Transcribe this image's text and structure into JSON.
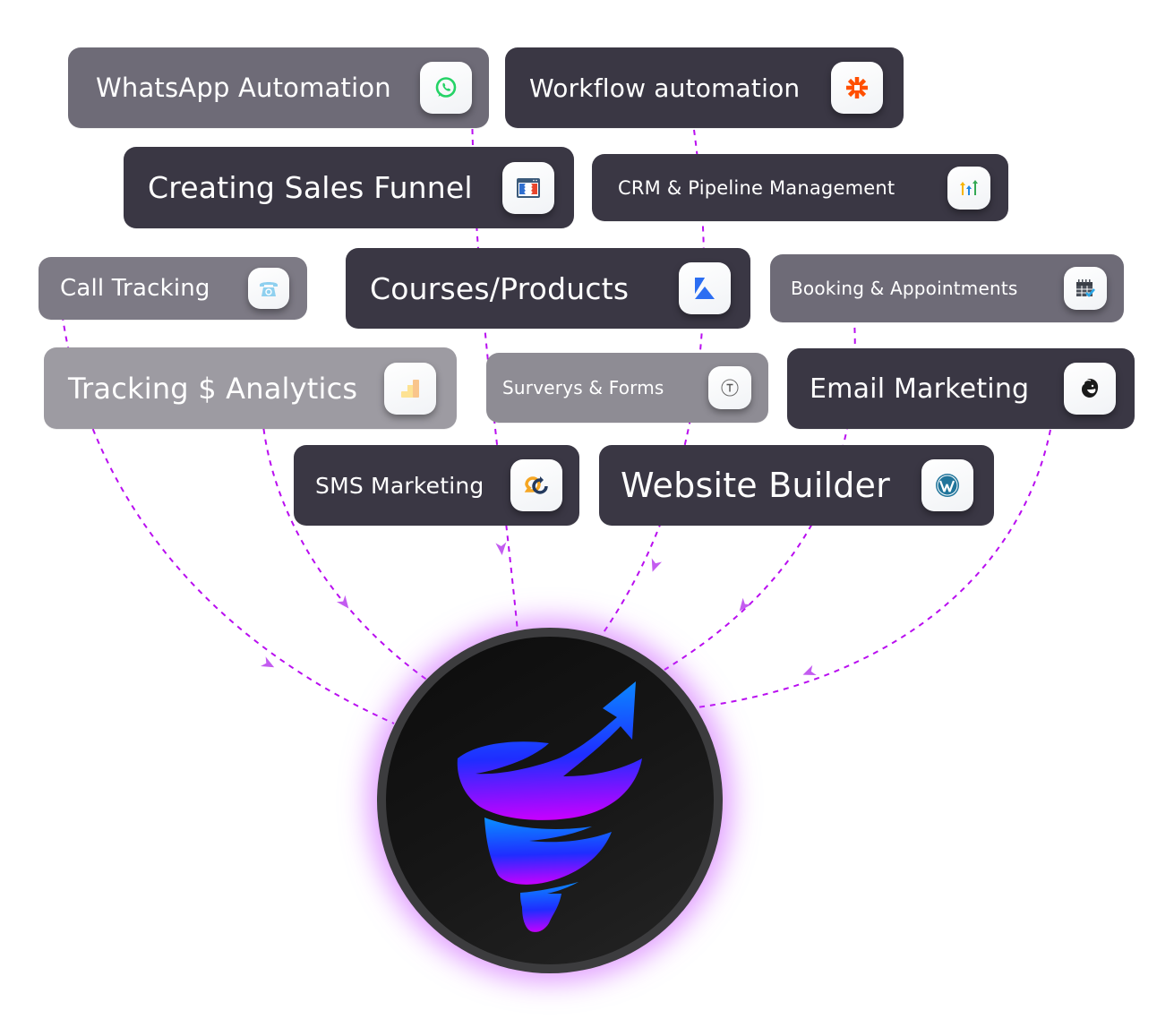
{
  "diagram": {
    "type": "integrations-hub",
    "hub": {
      "name": "funnel-tornado-logo",
      "icon": "tornado-arrow-logo"
    },
    "colors": {
      "connector": "#b90ef0",
      "pill_dark": "#3a3744",
      "pill_mid": "#6e6b77",
      "pill_light": "#9d9ba2",
      "hub_glow": "#c850ff",
      "logo_top": "#0a8cff",
      "logo_mid": "#1f2dff",
      "logo_bottom": "#c800ff"
    },
    "items": [
      {
        "label": "WhatsApp Automation",
        "icon": "whatsapp-icon"
      },
      {
        "label": "Workflow automation",
        "icon": "zapier-asterisk-icon"
      },
      {
        "label": "Creating Sales Funnel",
        "icon": "clickfunnels-icon"
      },
      {
        "label": "CRM & Pipeline Management",
        "icon": "gohighlevel-arrows-icon"
      },
      {
        "label": "Call Tracking",
        "icon": "telephone-icon"
      },
      {
        "label": "Courses/Products",
        "icon": "kajabi-icon"
      },
      {
        "label": "Booking & Appointments",
        "icon": "calendar-check-icon"
      },
      {
        "label": "Tracking $ Analytics",
        "icon": "analytics-bars-icon"
      },
      {
        "label": "Surverys & Forms",
        "icon": "typeform-icon"
      },
      {
        "label": "Email Marketing",
        "icon": "mailchimp-icon"
      },
      {
        "label": "SMS Marketing",
        "icon": "sms-chat-link-icon"
      },
      {
        "label": "Website Builder",
        "icon": "wordpress-icon"
      }
    ]
  }
}
